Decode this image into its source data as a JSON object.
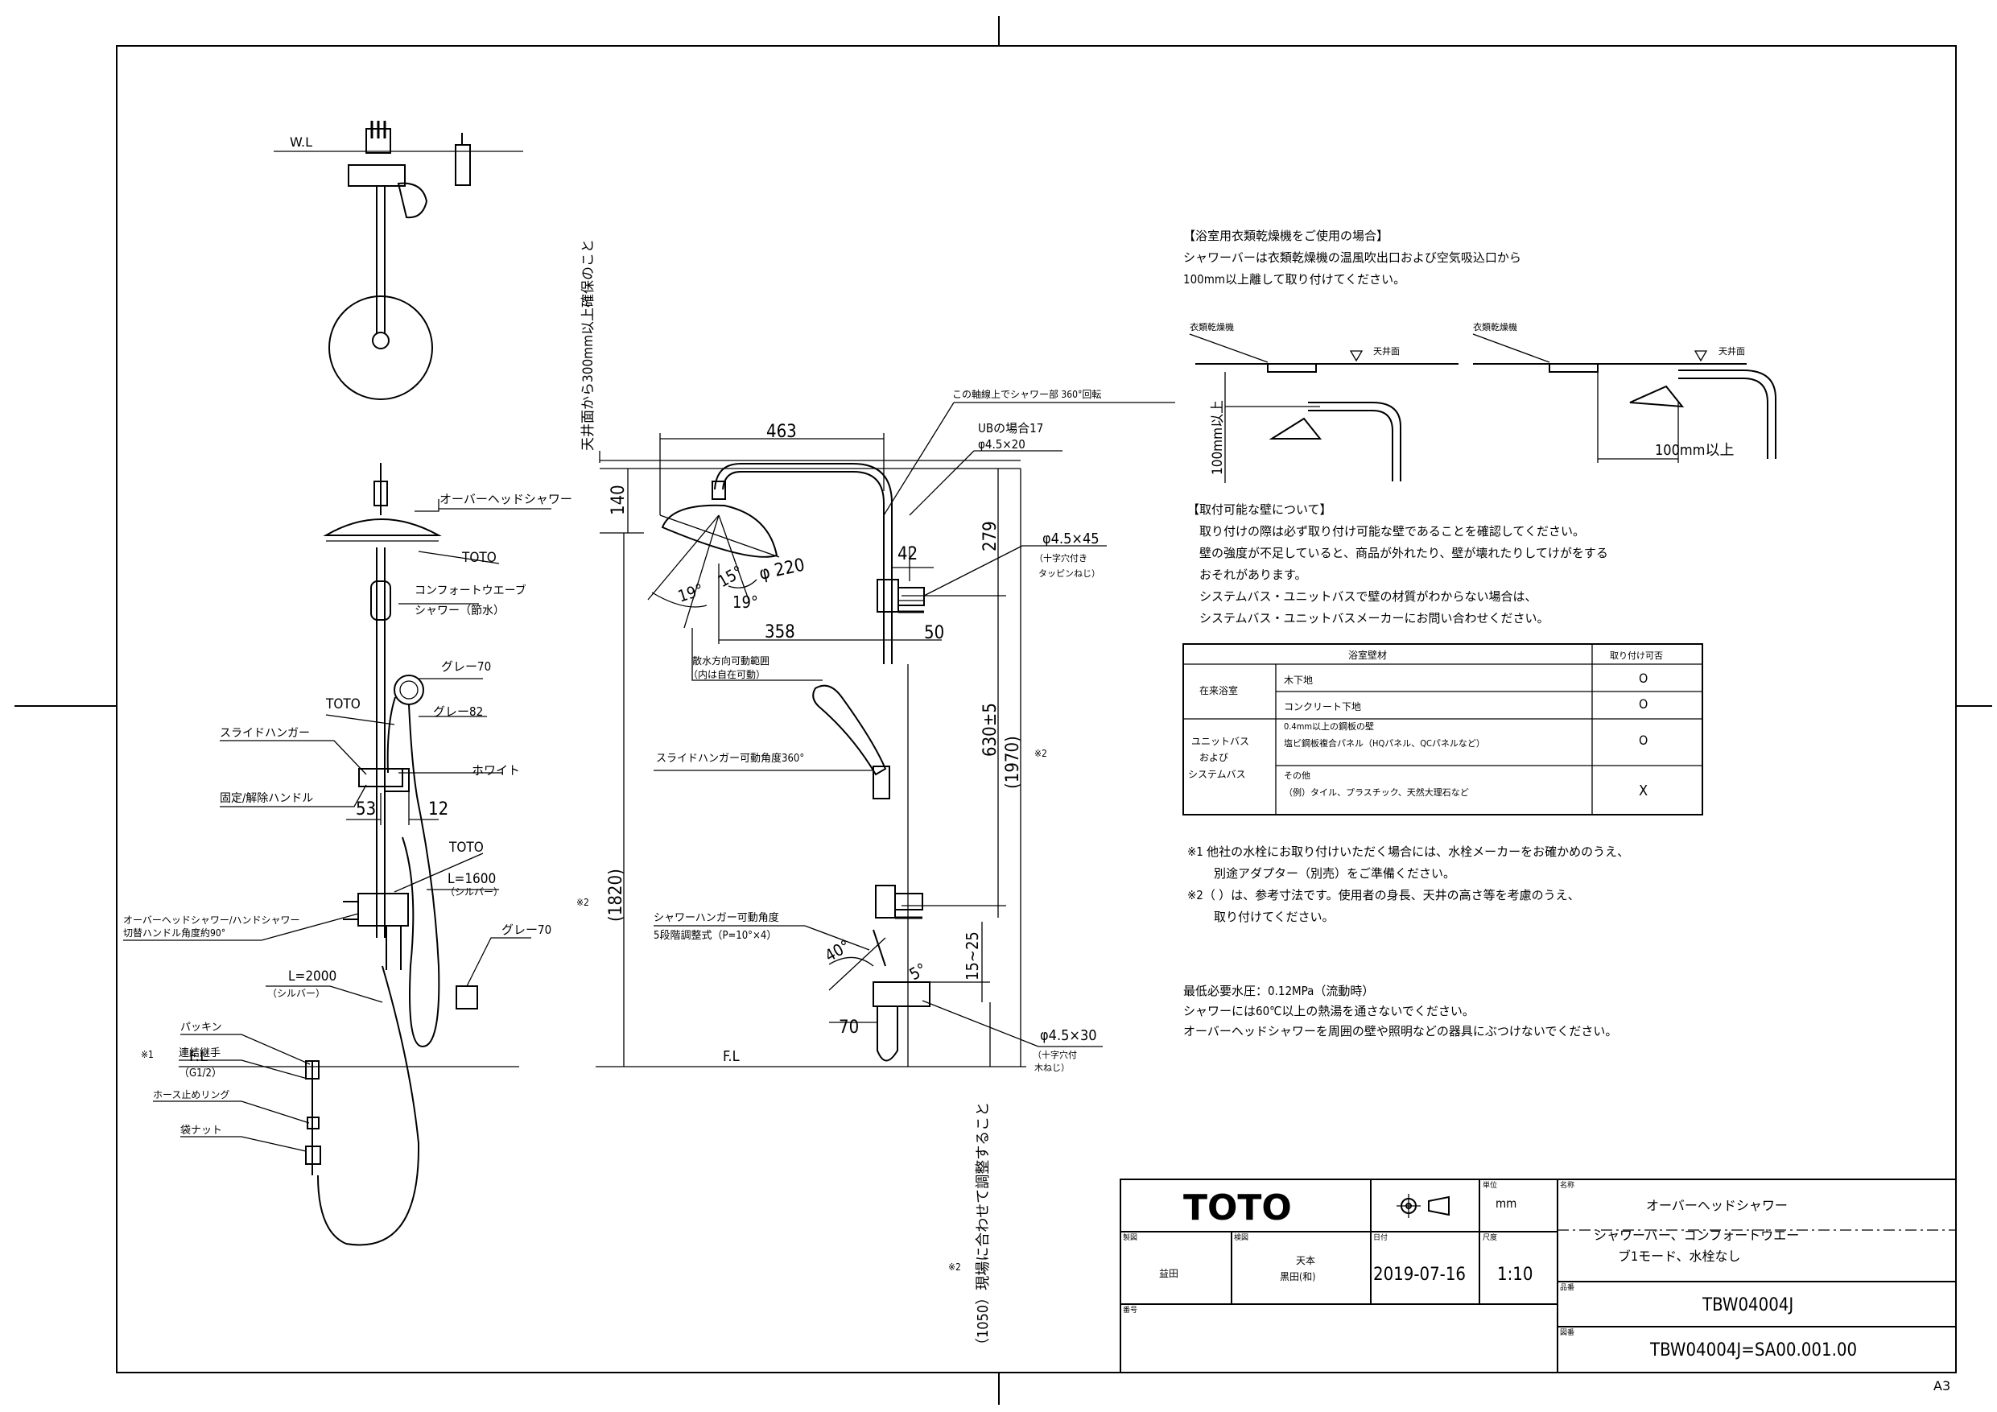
{
  "sheet": {
    "paper_size": "A3"
  },
  "left_view": {
    "wl_label": "W.L",
    "fl_label": "F.L",
    "parts": {
      "overhead_shower": "オーバーヘッドシャワー",
      "toto_head": "TOTO",
      "comfort_wave": "コンフォートウエーブ",
      "comfort_wave_2": "シャワー（節水）",
      "gray70_a": "グレー70",
      "toto_hand": "TOTO",
      "gray82": "グレー82",
      "slide_hanger": "スライドハンガー",
      "white": "ホワイト",
      "fix_handle": "固定/解除ハンドル",
      "dim_53": "53",
      "dim_12": "12",
      "toto_valve": "TOTO",
      "hose_1600": "L=1600",
      "hose_1600_sub": "（シルバー）",
      "switch_handle": "オーバーヘッドシャワー/ハンドシャワー",
      "switch_handle_2": "切替ハンドル角度約90°",
      "gray70_b": "グレー70",
      "hose_2000": "L=2000",
      "hose_2000_sub": "（シルバー）",
      "packing": "パッキン",
      "note1_mark": "※1",
      "joint": "連結継手",
      "joint_size": "（G1/2）",
      "hose_ring": "ホース止めリング",
      "bag_nut": "袋ナット"
    }
  },
  "center_view": {
    "ceiling_note": "天井面から300mm以上確保のこと",
    "rotate_note": "この軸線上でシャワー部 360°回転",
    "dims": {
      "d463": "463",
      "d140": "140",
      "d_ub17": "UBの場合17",
      "d_phi45x20": "φ4.5×20",
      "d279": "279",
      "d42": "42",
      "d_phi45x45": "φ4.5×45",
      "d_phi45x45_sub1": "（十字穴付き",
      "d_phi45x45_sub2": "タッピンねじ）",
      "d_phi220": "φ 220",
      "d15": "15°",
      "d19a": "19°",
      "d19b": "19°",
      "d358": "358",
      "d50": "50",
      "d630": "630±5",
      "d1970": "(1970)",
      "note2_a": "※2",
      "d1820": "(1820)",
      "note2_b": "※2",
      "d15_25": "15~25",
      "d40": "40°",
      "d5": "5°",
      "d70": "70",
      "d_phi45x30": "φ4.5×30",
      "d_phi45x30_sub1": "（十字穴付",
      "d_phi45x30_sub2": "木ねじ）",
      "d1050": "（1050）現場に合わせて調整すること",
      "note2_c": "※2",
      "fl": "F.L"
    },
    "labels": {
      "head_range": "散水方向可動範囲",
      "head_range_2": "（内は自在可動）",
      "slide_range": "スライドハンガー可動角度360°",
      "hanger_angle": "シャワーハンガー可動角度",
      "hanger_angle_2": "5段階調整式（P=10°×4）"
    }
  },
  "right_notes": {
    "dryer_title": "【浴室用衣類乾燥機をご使用の場合】",
    "dryer_line1": "シャワーバーは衣類乾燥機の温風吹出口および空気吸込口から",
    "dryer_line2": "100mm以上離して取り付けてください。",
    "fig_a_dryer": "衣類乾燥機",
    "fig_a_ceiling": "天井面",
    "fig_a_dim": "100mm以上",
    "fig_b_dryer": "衣類乾燥機",
    "fig_b_ceiling": "天井面",
    "fig_b_dim": "100mm以上",
    "wall_title": "【取付可能な壁について】",
    "wall_lines": [
      "取り付けの際は必ず取り付け可能な壁であることを確認してください。",
      "壁の強度が不足していると、商品が外れたり、壁が壊れたりしてけがをする",
      "おそれがあります。",
      "システムバス・ユニットバスで壁の材質がわからない場合は、",
      "システムバス・ユニットバスメーカーにお問い合わせください。"
    ],
    "table": {
      "header_wall": "浴室壁材",
      "header_ok": "取り付け可否",
      "group1": "在来浴室",
      "row1": "木下地",
      "row1_v": "O",
      "row2": "コンクリート下地",
      "row2_v": "O",
      "group2_a": "ユニットバス",
      "group2_b": "および",
      "group2_c": "システムバス",
      "row3_a": "0.4mm以上の鋼板の壁",
      "row3_b": "塩ビ鋼板複合パネル（HQパネル、QCパネルなど）",
      "row3_v": "O",
      "row4_a": "その他",
      "row4_b": "（例）タイル、プラスチック、天然大理石など",
      "row4_v": "X"
    },
    "note1_a": "※1  他社の水栓にお取り付けいただく場合には、水栓メーカーをお確かめのうえ、",
    "note1_b": "別途アダプター（別売）をご準備ください。",
    "note2_a": "※2（ ）は、参考寸法です。使用者の身長、天井の高さ等を考慮のうえ、",
    "note2_b": "取り付けてください。",
    "pressure_1": "最低必要水圧：0.12MPa（流動時）",
    "pressure_2": "シャワーには60℃以上の熱湯を通さないでください。",
    "pressure_3": "オーバーヘッドシャワーを周囲の壁や照明などの器具にぶつけないでください。"
  },
  "title_block": {
    "brand": "TOTO",
    "unit_label": "単位",
    "unit": "mm",
    "name_label": "名称",
    "product_name_1": "オーバーヘッドシャワー",
    "product_name_2": "シャワーバー、コンフォートウエー",
    "product_name_3": "ブ1モード、水栓なし",
    "drawn_label": "製図",
    "drawn": "益田",
    "checked_label": "検図",
    "checked_1": "天本",
    "checked_2": "黒田(和)",
    "date_label": "日付",
    "date": "2019-07-16",
    "scale_label": "尺度",
    "scale": "1:10",
    "product_label": "品番",
    "product_code": "TBW04004J",
    "number_label": "番号",
    "drawing_label": "図番",
    "drawing_no": "TBW04004J=SA00.001.00"
  }
}
